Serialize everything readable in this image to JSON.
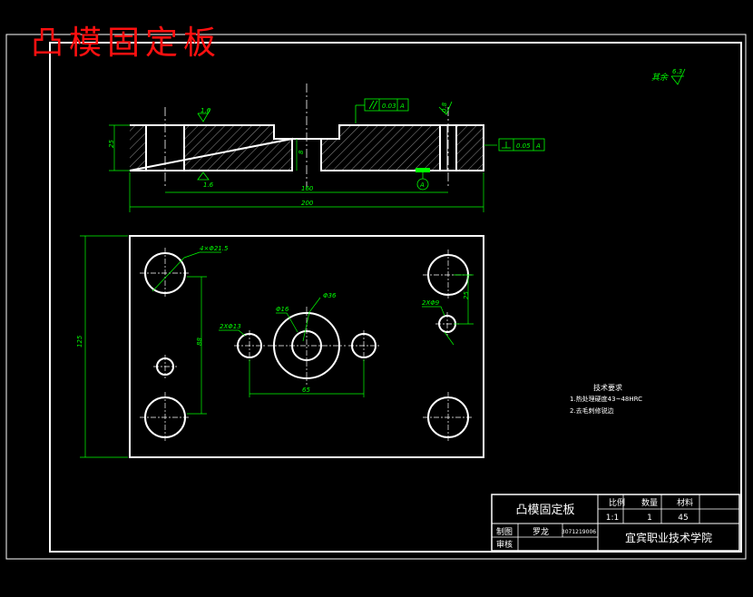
{
  "drawing_title": "凸模固定板",
  "roughness_note": {
    "label": "其余",
    "value": "6.3"
  },
  "tech_requirements": {
    "heading": "技术要求",
    "items": [
      "1.热处理硬度43~48HRC",
      "2.去毛刺修锐边"
    ]
  },
  "dimensions": {
    "thickness": "25",
    "step_depth": "8",
    "hole_span": "160",
    "overall_width": "200",
    "overall_height": "125",
    "large_holes": "4×Φ21.5",
    "small_holes_left": "2XΦ13",
    "small_holes_right": "2XΦ9",
    "hole_spacing_v": "88",
    "center_spacing": "65",
    "center_bore": "Φ16",
    "counterbore": "Φ36",
    "right_offset": "25"
  },
  "roughness_marks": {
    "top": "1.6",
    "bottom": "1.6",
    "right": "0.8"
  },
  "tolerances": {
    "parallelism": {
      "value": "0.03",
      "datum": "A"
    },
    "perpendicularity": {
      "value": "0.05",
      "datum": "A"
    },
    "datum_label": "A"
  },
  "title_block": {
    "part_name": "凸模固定板",
    "scale_label": "比例",
    "scale_value": "1:1",
    "qty_label": "数量",
    "qty_value": "1",
    "material_label": "材料",
    "material_value": "45",
    "drawn_label": "制图",
    "drawn_name": "罗龙",
    "drawing_no": "3071219006",
    "checked_label": "审核",
    "school": "宜宾职业技术学院"
  }
}
